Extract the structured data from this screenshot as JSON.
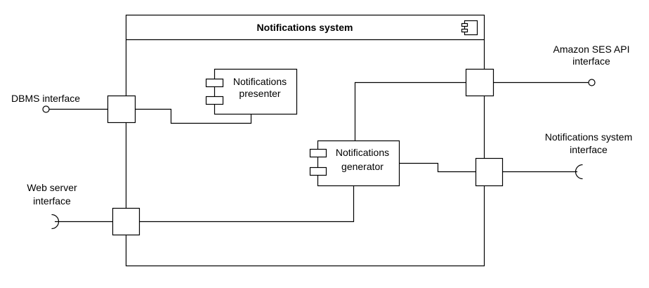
{
  "diagram": {
    "system": {
      "title": "Notifications system"
    },
    "components": {
      "presenter": {
        "line1": "Notifications",
        "line2": "presenter"
      },
      "generator": {
        "line1": "Notifications",
        "line2": "generator"
      }
    },
    "interfaces": {
      "dbms": {
        "line1": "DBMS interface"
      },
      "web_server": {
        "line1": "Web server",
        "line2": "interface"
      },
      "amazon_ses": {
        "line1": "Amazon SES API",
        "line2": "interface"
      },
      "notifications_system": {
        "line1": "Notifications system",
        "line2": "interface"
      }
    },
    "colors": {
      "stroke": "#000000",
      "background": "#ffffff"
    }
  }
}
